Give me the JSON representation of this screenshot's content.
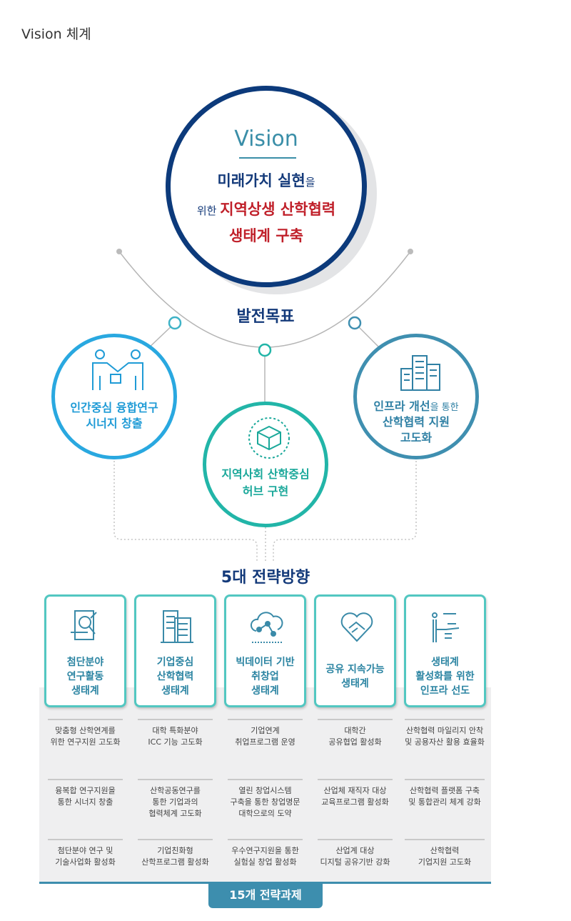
{
  "page_title": "Vision 체계",
  "vision": {
    "word": "Vision",
    "line1_main": "미래가치 실현",
    "line1_suffix": "을",
    "line2_prefix": "위한 ",
    "line2_main": "지역상생 산학협력",
    "line3": "생태계 구축"
  },
  "goals": {
    "heading": "발전목표",
    "items": [
      {
        "line1": "인간중심 융합연구",
        "line2": "시너지 창출",
        "icon": "handshake-people-icon",
        "color": "#29a8e0"
      },
      {
        "line1": "지역사회 산학중심",
        "line2": "허브 구현",
        "icon": "cube-hub-icon",
        "color": "#22b5a8"
      },
      {
        "line1a": "인프라 개선",
        "line1b": "을 통한",
        "line2": "산학협력 지원",
        "line3": "고도화",
        "icon": "city-buildings-icon",
        "color": "#3f8fb0"
      }
    ]
  },
  "strategies": {
    "heading": "5대 전략방향",
    "items": [
      {
        "lines": [
          "첨단분야",
          "연구활동",
          "생태계"
        ],
        "icon": "research-scroll-icon"
      },
      {
        "lines": [
          "기업중심",
          "산학협력",
          "생태계"
        ],
        "icon": "office-building-icon"
      },
      {
        "lines": [
          "빅데이터 기반",
          "취창업",
          "생태계"
        ],
        "icon": "cloud-network-icon"
      },
      {
        "lines": [
          "공유 지속가능",
          "생태계"
        ],
        "icon": "heart-handshake-icon"
      },
      {
        "lines": [
          "생태계",
          "활성화를 위한",
          "인프라 선도"
        ],
        "icon": "pointing-hand-icon"
      }
    ]
  },
  "tasks": {
    "badge": "15개 전략과제",
    "columns": [
      [
        [
          "맞춤형 산학연계를",
          "위한 연구지원 고도화"
        ],
        [
          "융복합 연구지원을",
          "통한 시너지 창출"
        ],
        [
          "첨단분야 연구 및",
          "기술사업화 활성화"
        ]
      ],
      [
        [
          "대학 특화분야",
          "ICC 기능 고도화"
        ],
        [
          "산학공동연구를",
          "통한 기업과의",
          "협력체계 고도화"
        ],
        [
          "기업친화형",
          "산학프로그램 활성화"
        ]
      ],
      [
        [
          "기업연계",
          "취업프로그램 운영"
        ],
        [
          "열린 창업시스템",
          "구축을 통한 창업명문",
          "대학으로의 도약"
        ],
        [
          "우수연구지원을 통한",
          "실험실 창업 활성화"
        ]
      ],
      [
        [
          "대학간",
          "공유협업 활성화"
        ],
        [
          "산업체 재직자 대상",
          "교육프로그램 활성화"
        ],
        [
          "산업계 대상",
          "디지털 공유기반 강화"
        ]
      ],
      [
        [
          "산학협력 마일리지 안착",
          "및 공용자산 활용 효율화"
        ],
        [
          "산학협력 플랫폼 구축",
          "및 통합관리 체계 강화"
        ],
        [
          "산학협력",
          "기업지원 고도화"
        ]
      ]
    ]
  },
  "colors": {
    "navy": "#0c3a7b",
    "red": "#c0202a",
    "teal": "#52c7c1",
    "accent": "#3d8eae"
  }
}
